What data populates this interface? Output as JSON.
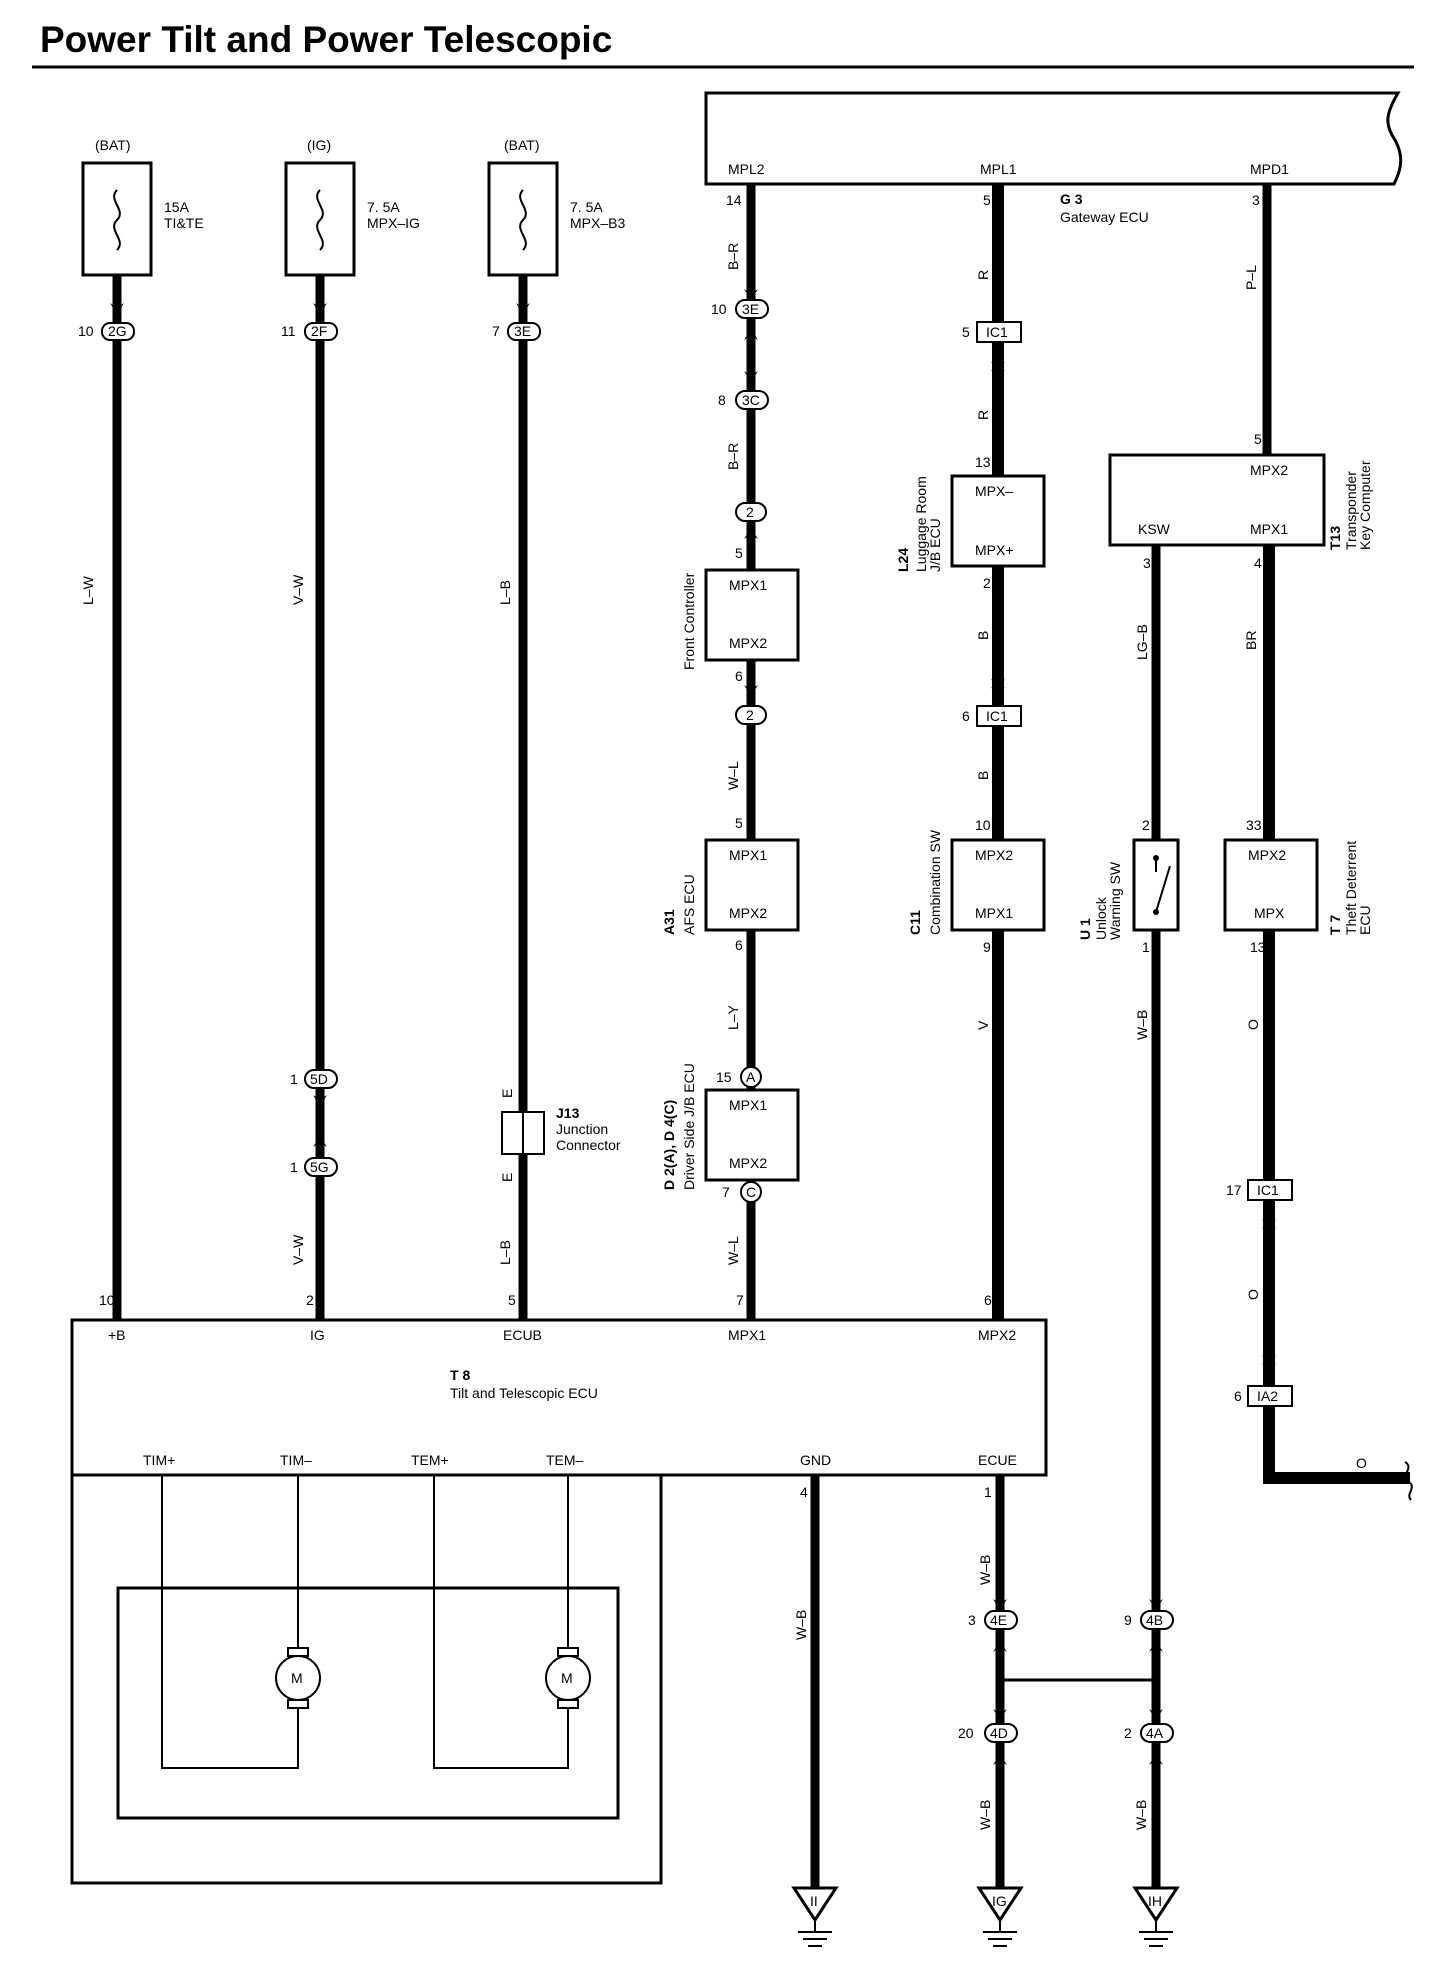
{
  "title": "Power Tilt and Power Telescopic",
  "gateway": {
    "code": "G 3",
    "name": "Gateway ECU",
    "pins": [
      "MPL2",
      "MPL1",
      "MPD1"
    ],
    "pin_nums": [
      "14",
      "5",
      "3"
    ]
  },
  "fuses": [
    {
      "source": "(BAT)",
      "rating": "15A",
      "name": "TI&TE",
      "pin": "10",
      "conn": "2G",
      "wire": "L–W",
      "ecu_pin": "10",
      "ecu_label": "+B"
    },
    {
      "source": "(IG)",
      "rating": "7. 5A",
      "name": "MPX–IG",
      "pin": "11",
      "conn": "2F",
      "wire": "V–W",
      "ecu_pin": "2",
      "ecu_label": "IG"
    },
    {
      "source": "(BAT)",
      "rating": "7. 5A",
      "name": "MPX–B3",
      "pin": "7",
      "conn": "3E",
      "wire": "L–B",
      "ecu_pin": "5",
      "ecu_label": "ECUB"
    }
  ],
  "ig_connectors": [
    {
      "pin": "1",
      "conn": "5D"
    },
    {
      "pin": "1",
      "conn": "5G"
    }
  ],
  "j13": {
    "code": "J13",
    "name1": "Junction",
    "name2": "Connector",
    "pin": "E"
  },
  "mpl2_chain": {
    "conns": [
      {
        "pin": "10",
        "conn": "3E"
      },
      {
        "pin": "8",
        "conn": "3C"
      }
    ],
    "wire1": "B–R",
    "wire2": "B–R",
    "c2a": "2",
    "c2b": "2",
    "front": {
      "name": "Front Controller",
      "p1": "MPX1",
      "p2": "MPX2",
      "n1": "5",
      "n2": "6"
    },
    "wire3": "W–L",
    "afs": {
      "code": "A31",
      "name": "AFS ECU",
      "p1": "MPX1",
      "p2": "MPX2",
      "n1": "5",
      "n2": "6"
    },
    "wire4": "L–Y",
    "jb": {
      "code": "D 2(A), D 4(C)",
      "name": "Driver Side J/B ECU",
      "p1": "MPX1",
      "p2": "MPX2",
      "n1": "15",
      "n2": "7",
      "c1": "A",
      "c2": "C"
    },
    "wire5": "W–L",
    "ecu_pin": "7",
    "ecu_label": "MPX1"
  },
  "mpl1_chain": {
    "wire1": "R",
    "ic1": {
      "pin": "5",
      "conn": "IC1"
    },
    "wire2": "R",
    "luggage": {
      "code": "L24",
      "name1": "Luggage Room",
      "name2": "J/B ECU",
      "p1": "MPX–",
      "p2": "MPX+",
      "n1": "13",
      "n2": "2"
    },
    "wire3": "B",
    "ic2": {
      "pin": "6",
      "conn": "IC1"
    },
    "wire4": "B",
    "combo": {
      "code": "C11",
      "name": "Combination SW",
      "p1": "MPX2",
      "p2": "MPX1",
      "n1": "10",
      "n2": "9"
    },
    "wire5": "V",
    "ecu_pin": "6",
    "ecu_label": "MPX2"
  },
  "mpd1_chain": {
    "wire1": "P–L",
    "transponder": {
      "code": "T13",
      "name1": "Transponder",
      "name2": "Key Computer",
      "p1": "MPX2",
      "p2": "MPX1",
      "ksw": "KSW",
      "n1": "5",
      "n2": "4",
      "nk": "3"
    },
    "wire2": "BR",
    "wire_ksw": "LG–B",
    "theft": {
      "code": "T 7",
      "name1": "Theft Deterrent",
      "name2": "ECU",
      "p1": "MPX2",
      "p2": "MPX",
      "n1": "33",
      "n2": "13"
    },
    "wire3": "O",
    "ic1": {
      "pin": "17",
      "conn": "IC1"
    },
    "wire4": "O",
    "ia2": {
      "pin": "6",
      "conn": "IA2"
    },
    "wire5": "O"
  },
  "unlock": {
    "code": "U 1",
    "name1": "Unlock",
    "name2": "Warning SW",
    "n1": "2",
    "n2": "1",
    "wire": "W–B"
  },
  "ecu": {
    "code": "T 8",
    "name": "Tilt and Telescopic ECU",
    "bottom_pins": [
      "TIM+",
      "TIM–",
      "TEM+",
      "TEM–",
      "GND",
      "ECUE"
    ],
    "gnd_pin": "4",
    "ecue_pin": "1",
    "motor": "M"
  },
  "grounds": {
    "gnd_wire": "W–B",
    "ecue_wire": "W–B",
    "u1_wire": "W–B",
    "c4e": {
      "pin": "3",
      "conn": "4E"
    },
    "c4b": {
      "pin": "9",
      "conn": "4B"
    },
    "c4d": {
      "pin": "20",
      "conn": "4D"
    },
    "c4a": {
      "pin": "2",
      "conn": "4A"
    },
    "wire_4d": "W–B",
    "wire_4a": "W–B",
    "points": [
      "II",
      "IG",
      "IH"
    ]
  }
}
